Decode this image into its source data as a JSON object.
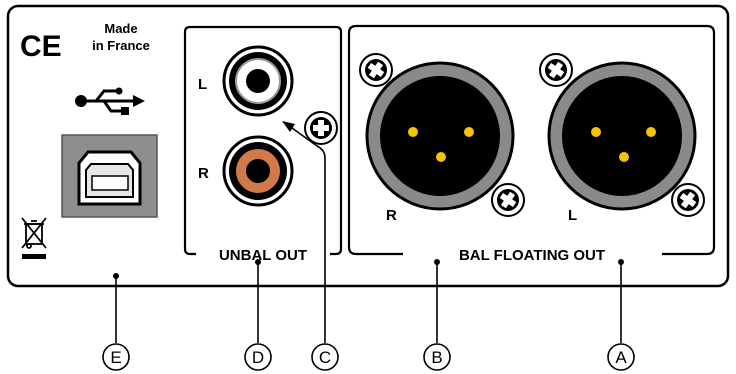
{
  "compliance": {
    "ce_mark": "CE",
    "made_in_line1": "Made",
    "made_in_line2": "in France"
  },
  "icons": {
    "usb": "usb-trident-icon",
    "weee": "crossed-bin-icon",
    "screw": "phillips-screw-icon"
  },
  "panel": {
    "unbal_section_label": "UNBAL OUT",
    "bal_section_label": "BAL FLOATING OUT",
    "rca_left_label": "L",
    "rca_right_label": "R",
    "xlr_right_label": "R",
    "xlr_left_label": "L"
  },
  "colors": {
    "panel_outline": "#000000",
    "rca_left_ring": "#ffffff",
    "rca_right_ring": "#d2794a",
    "xlr_body": "#8a8a8a",
    "xlr_pin": "#f3c400",
    "usb_port_body": "#8e8e8e"
  },
  "callouts": [
    "E",
    "D",
    "C",
    "B",
    "A"
  ]
}
